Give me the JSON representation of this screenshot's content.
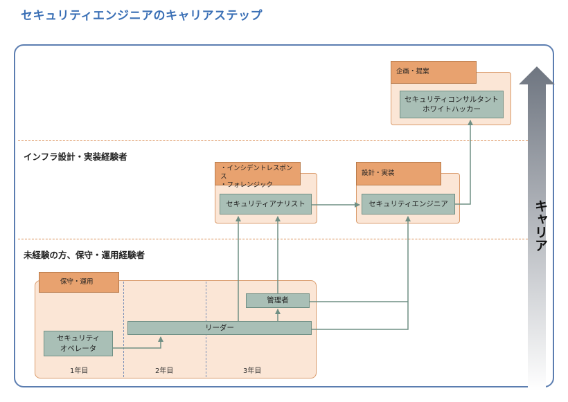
{
  "title": "セキュリティエンジニアのキャリアステップ",
  "levels": {
    "infra": "インフラ設計・実装経験者",
    "beginner": "未経験の方、保守・運用経験者"
  },
  "stages": {
    "planning": "企画・提案",
    "incident": "・インシデントレスポンス\n・フォレンジック",
    "design": "設計・実装",
    "maintenance": "保守・運用"
  },
  "roles": {
    "consultant": "セキュリティコンサルタント\nホワイトハッカー",
    "analyst": "セキュリティアナリスト",
    "engineer": "セキュリティエンジニア",
    "manager": "管理者",
    "leader": "リーダー",
    "operator": "セキュリティ\nオペレータ"
  },
  "years": [
    "1年目",
    "2年目",
    "3年目"
  ],
  "career_label": "キャリア",
  "colors": {
    "title": "#3a6fb5",
    "stage_fill": "#fbe6d6",
    "stage_tag": "#e8a26f",
    "role_fill": "#a9bfb6",
    "connector": "#6f8f84"
  }
}
